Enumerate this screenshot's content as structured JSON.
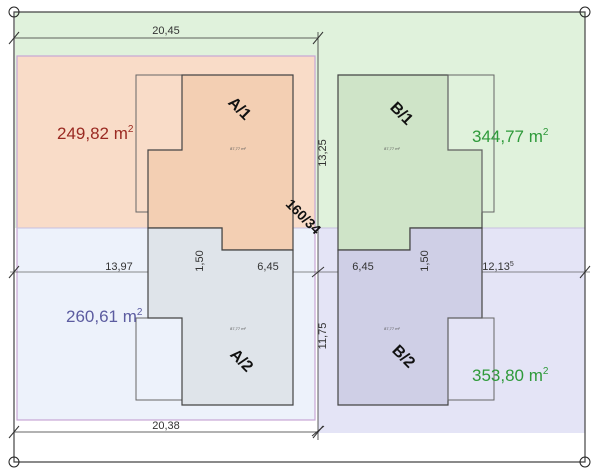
{
  "plot_areas": {
    "a1": {
      "value": "249,82 m",
      "sup": "2",
      "color": "#9a2a22"
    },
    "a2": {
      "value": "260,61 m",
      "sup": "2",
      "color": "#5c5ca0"
    },
    "b1": {
      "value": "344,77 m",
      "sup": "2",
      "color": "#2e9a3a"
    },
    "b2": {
      "value": "353,80 m",
      "sup": "2",
      "color": "#2e9a3a"
    }
  },
  "unit_labels": {
    "a1": "A/1",
    "a2": "A/2",
    "b1": "B/1",
    "b2": "B/2"
  },
  "house_areas": {
    "a1": "87,77 m²",
    "a2": "87,77 m²",
    "b1": "87,77 m²",
    "b2": "87,77 m²"
  },
  "lot_number": "160/34",
  "dimensions": {
    "top_width": "20,45",
    "bottom_width": "20,38",
    "right_upper": "13,25",
    "right_lower": "11,75",
    "left_mid": "13,97",
    "center_left": "6,45",
    "center_right": "6,45",
    "right_mid": "12,13",
    "right_mid_sup": "5",
    "gap_left": "1,50",
    "gap_right": "1,50"
  },
  "colors": {
    "zone_a1": "#f9dcc8",
    "zone_a2": "#edf2fb",
    "zone_b1": "#e0f2dc",
    "zone_b2": "#e4e4f6",
    "house_a1": "#f3cfb3",
    "house_a2": "#dfe4ea",
    "house_b1": "#cfe4c8",
    "house_b2": "#cfcfe6"
  }
}
